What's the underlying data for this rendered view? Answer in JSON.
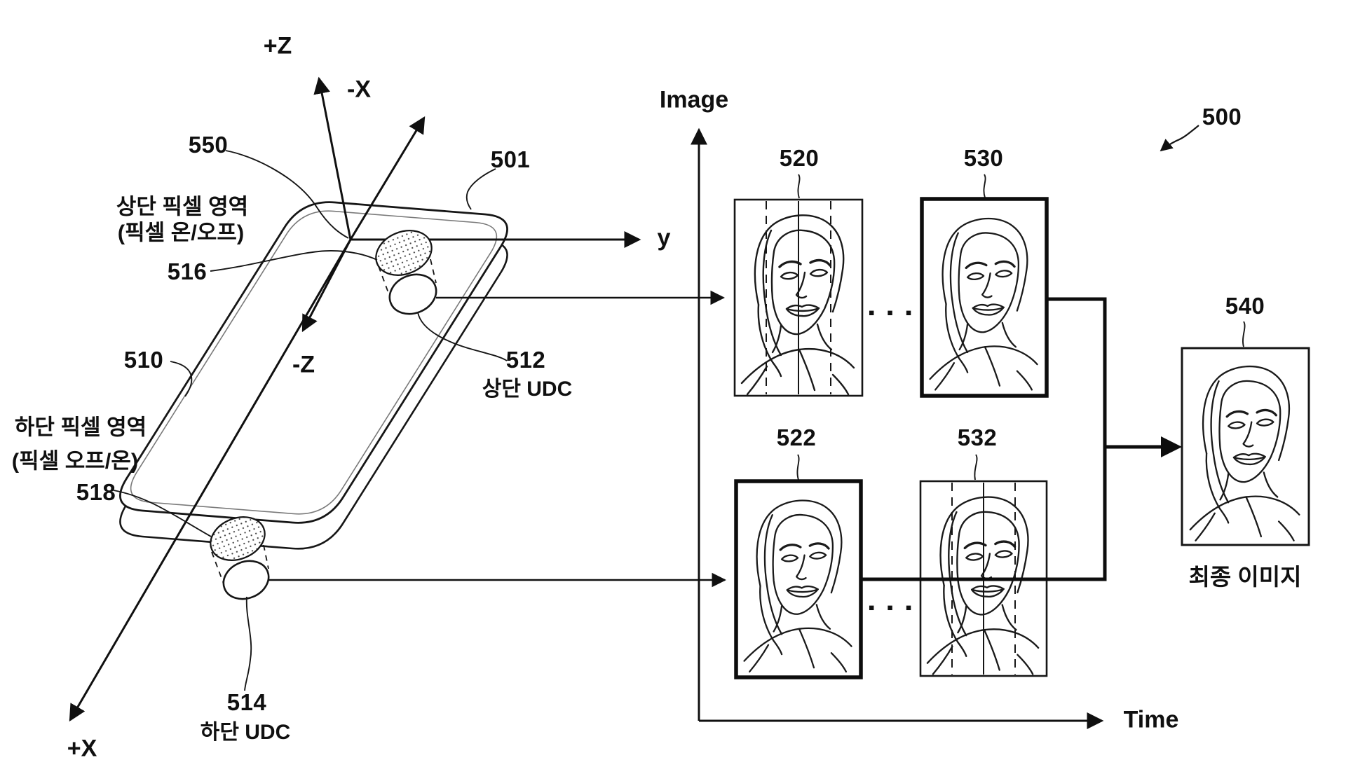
{
  "figure": {
    "reference": "500",
    "axes_3d": {
      "plus_z": "+Z",
      "minus_z": "-Z",
      "minus_x": "-X",
      "plus_x": "+X",
      "y_axis": "y"
    },
    "device": {
      "ref": "501",
      "display_ref": "510",
      "origin_ref": "550",
      "top_pixel_region": {
        "label_line1": "상단 픽셀 영역",
        "label_line2": "(픽셀 온/오프)",
        "ref": "516"
      },
      "bottom_pixel_region": {
        "label_line1": "하단 픽셀 영역",
        "label_line2": "(픽셀 오프/온)",
        "ref": "518"
      },
      "top_udc": {
        "ref": "512",
        "label": "상단 UDC"
      },
      "bottom_udc": {
        "ref": "514",
        "label": "하단 UDC"
      }
    },
    "timeline": {
      "vertical_axis": "Image",
      "horizontal_axis": "Time",
      "ellipsis": "▪ ▪ ▪",
      "top_row_frames": [
        {
          "ref": "520",
          "style": "striped"
        },
        {
          "ref": "530",
          "style": "selected"
        }
      ],
      "bottom_row_frames": [
        {
          "ref": "522",
          "style": "selected"
        },
        {
          "ref": "532",
          "style": "striped"
        }
      ],
      "final_frame": {
        "ref": "540",
        "caption": "최종 이미지"
      }
    }
  }
}
